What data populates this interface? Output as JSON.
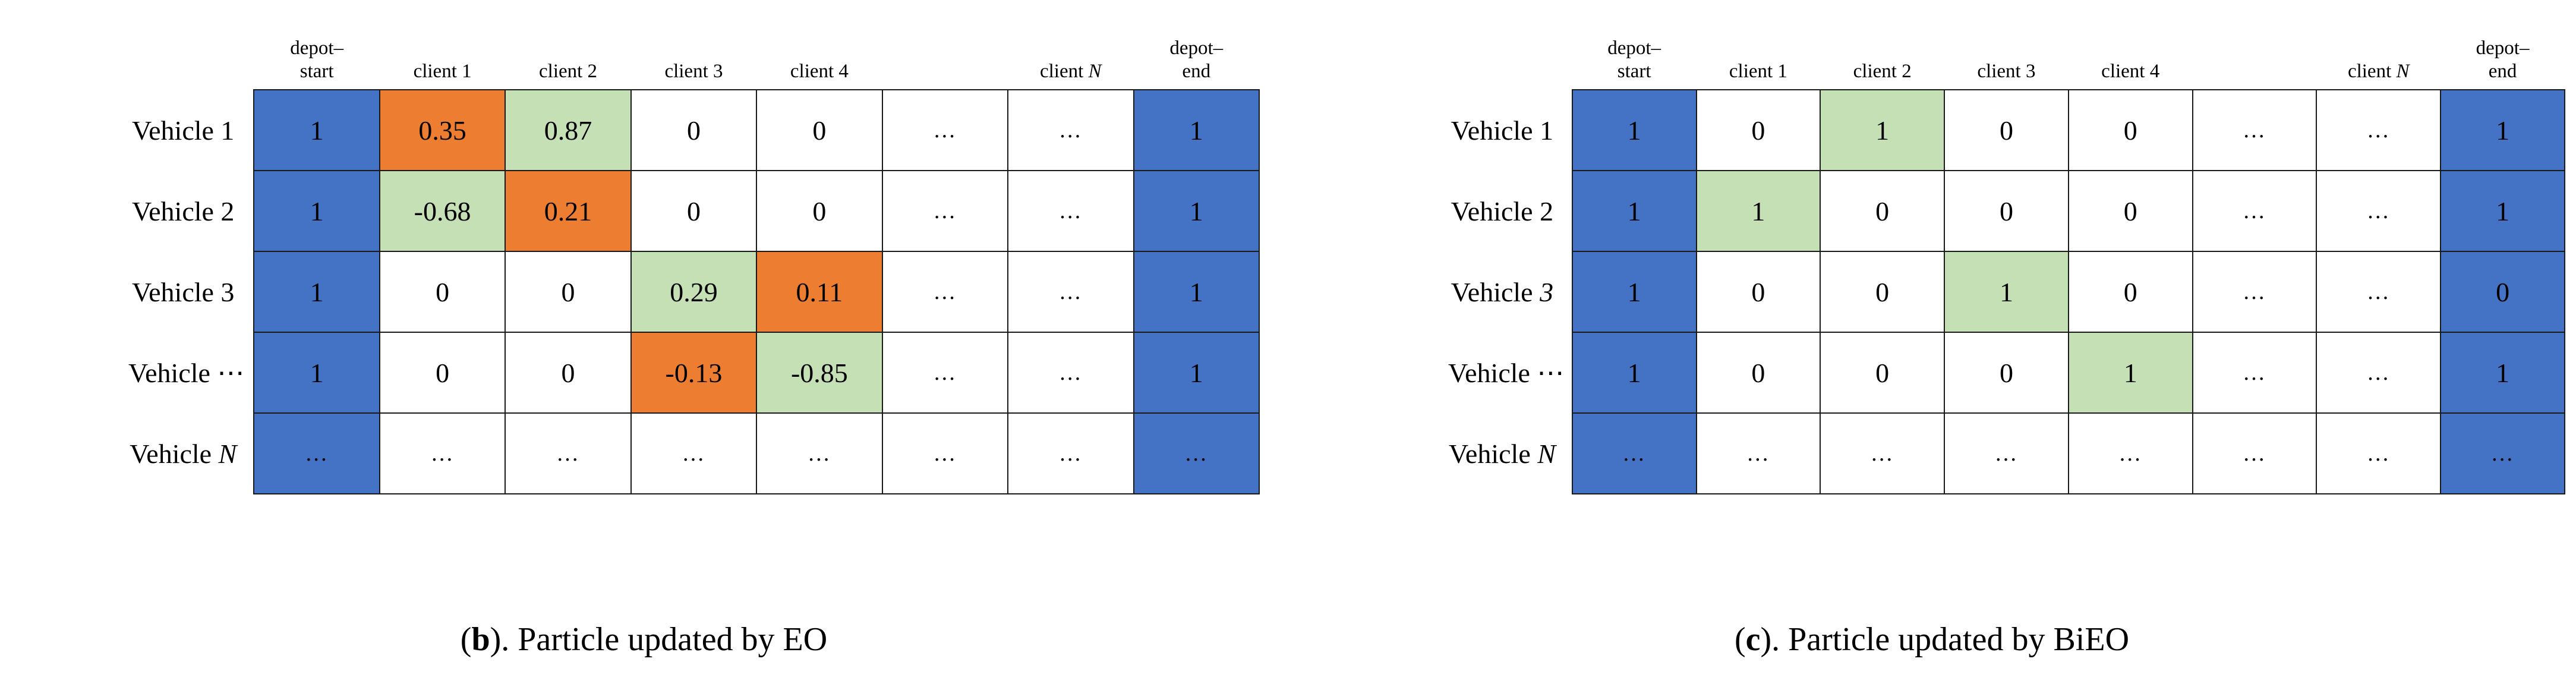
{
  "figure": {
    "panels": [
      {
        "id": "panel-b",
        "caption_prefix": "(",
        "caption_letter": "b",
        "caption_suffix": "). Particle updated by EO",
        "caption_full": "(b). Particle updated by EO",
        "columns": [
          {
            "label": "depot–\nstart",
            "italic_tail": ""
          },
          {
            "label": "client 1",
            "italic_tail": ""
          },
          {
            "label": "client 2",
            "italic_tail": ""
          },
          {
            "label": "client 3",
            "italic_tail": ""
          },
          {
            "label": "client 4",
            "italic_tail": ""
          },
          {
            "label": "",
            "italic_tail": ""
          },
          {
            "label": "client ",
            "italic_tail": "N"
          },
          {
            "label": "depot–\nend",
            "italic_tail": ""
          }
        ],
        "rows": [
          {
            "label": "Vehicle 1",
            "label_italic": "",
            "cells": [
              {
                "value": "1",
                "fill": "blue"
              },
              {
                "value": "0.35",
                "fill": "orange"
              },
              {
                "value": "0.87",
                "fill": "green"
              },
              {
                "value": "0",
                "fill": "white"
              },
              {
                "value": "0",
                "fill": "white"
              },
              {
                "value": "…",
                "fill": "white"
              },
              {
                "value": "…",
                "fill": "white"
              },
              {
                "value": "1",
                "fill": "blue"
              }
            ]
          },
          {
            "label": "Vehicle 2",
            "label_italic": "",
            "cells": [
              {
                "value": "1",
                "fill": "blue"
              },
              {
                "value": "-0.68",
                "fill": "green"
              },
              {
                "value": "0.21",
                "fill": "orange"
              },
              {
                "value": "0",
                "fill": "white"
              },
              {
                "value": "0",
                "fill": "white"
              },
              {
                "value": "…",
                "fill": "white"
              },
              {
                "value": "…",
                "fill": "white"
              },
              {
                "value": "1",
                "fill": "blue"
              }
            ]
          },
          {
            "label": "Vehicle 3",
            "label_italic": "",
            "cells": [
              {
                "value": "1",
                "fill": "blue"
              },
              {
                "value": "0",
                "fill": "white"
              },
              {
                "value": "0",
                "fill": "white"
              },
              {
                "value": "0.29",
                "fill": "green"
              },
              {
                "value": "0.11",
                "fill": "orange"
              },
              {
                "value": "…",
                "fill": "white"
              },
              {
                "value": "…",
                "fill": "white"
              },
              {
                "value": "1",
                "fill": "blue"
              }
            ]
          },
          {
            "label": "Vehicle ⋯",
            "label_italic": "",
            "cells": [
              {
                "value": "1",
                "fill": "blue"
              },
              {
                "value": "0",
                "fill": "white"
              },
              {
                "value": "0",
                "fill": "white"
              },
              {
                "value": "-0.13",
                "fill": "orange"
              },
              {
                "value": "-0.85",
                "fill": "green"
              },
              {
                "value": "…",
                "fill": "white"
              },
              {
                "value": "…",
                "fill": "white"
              },
              {
                "value": "1",
                "fill": "blue"
              }
            ]
          },
          {
            "label": "Vehicle ",
            "label_italic": "N",
            "cells": [
              {
                "value": "…",
                "fill": "blue"
              },
              {
                "value": "…",
                "fill": "white"
              },
              {
                "value": "…",
                "fill": "white"
              },
              {
                "value": "…",
                "fill": "white"
              },
              {
                "value": "…",
                "fill": "white"
              },
              {
                "value": "…",
                "fill": "white"
              },
              {
                "value": "…",
                "fill": "white"
              },
              {
                "value": "…",
                "fill": "blue"
              }
            ]
          }
        ]
      },
      {
        "id": "panel-c",
        "caption_prefix": "(",
        "caption_letter": "c",
        "caption_suffix": "). Particle updated by BiEO",
        "caption_full": "(c). Particle updated by BiEO",
        "columns": [
          {
            "label": "depot–\nstart",
            "italic_tail": ""
          },
          {
            "label": "client 1",
            "italic_tail": ""
          },
          {
            "label": "client 2",
            "italic_tail": ""
          },
          {
            "label": "client 3",
            "italic_tail": ""
          },
          {
            "label": "client 4",
            "italic_tail": ""
          },
          {
            "label": "",
            "italic_tail": ""
          },
          {
            "label": "client ",
            "italic_tail": "N"
          },
          {
            "label": "depot–\nend",
            "italic_tail": ""
          }
        ],
        "rows": [
          {
            "label": "Vehicle 1",
            "label_italic": "",
            "cells": [
              {
                "value": "1",
                "fill": "blue"
              },
              {
                "value": "0",
                "fill": "white"
              },
              {
                "value": "1",
                "fill": "green"
              },
              {
                "value": "0",
                "fill": "white"
              },
              {
                "value": "0",
                "fill": "white"
              },
              {
                "value": "…",
                "fill": "white"
              },
              {
                "value": "…",
                "fill": "white"
              },
              {
                "value": "1",
                "fill": "blue"
              }
            ]
          },
          {
            "label": "Vehicle 2",
            "label_italic": "",
            "cells": [
              {
                "value": "1",
                "fill": "blue"
              },
              {
                "value": "1",
                "fill": "green"
              },
              {
                "value": "0",
                "fill": "white"
              },
              {
                "value": "0",
                "fill": "white"
              },
              {
                "value": "0",
                "fill": "white"
              },
              {
                "value": "…",
                "fill": "white"
              },
              {
                "value": "…",
                "fill": "white"
              },
              {
                "value": "1",
                "fill": "blue"
              }
            ]
          },
          {
            "label": "Vehicle ",
            "label_italic": "3",
            "cells": [
              {
                "value": "1",
                "fill": "blue"
              },
              {
                "value": "0",
                "fill": "white"
              },
              {
                "value": "0",
                "fill": "white"
              },
              {
                "value": "1",
                "fill": "green"
              },
              {
                "value": "0",
                "fill": "white"
              },
              {
                "value": "…",
                "fill": "white"
              },
              {
                "value": "…",
                "fill": "white"
              },
              {
                "value": "0",
                "fill": "blue"
              }
            ]
          },
          {
            "label": "Vehicle ⋯",
            "label_italic": "",
            "cells": [
              {
                "value": "1",
                "fill": "blue"
              },
              {
                "value": "0",
                "fill": "white"
              },
              {
                "value": "0",
                "fill": "white"
              },
              {
                "value": "0",
                "fill": "white"
              },
              {
                "value": "1",
                "fill": "green"
              },
              {
                "value": "…",
                "fill": "white"
              },
              {
                "value": "…",
                "fill": "white"
              },
              {
                "value": "1",
                "fill": "blue"
              }
            ]
          },
          {
            "label": "Vehicle ",
            "label_italic": "N",
            "cells": [
              {
                "value": "…",
                "fill": "blue"
              },
              {
                "value": "…",
                "fill": "white"
              },
              {
                "value": "…",
                "fill": "white"
              },
              {
                "value": "…",
                "fill": "white"
              },
              {
                "value": "…",
                "fill": "white"
              },
              {
                "value": "…",
                "fill": "white"
              },
              {
                "value": "…",
                "fill": "white"
              },
              {
                "value": "…",
                "fill": "blue"
              }
            ]
          }
        ]
      }
    ],
    "colors": {
      "depot": "#4472C4",
      "orange_highlight": "#ED7D31",
      "green_highlight": "#C5E0B4",
      "cell_border": "#1a1a1a",
      "background": "#ffffff"
    }
  }
}
